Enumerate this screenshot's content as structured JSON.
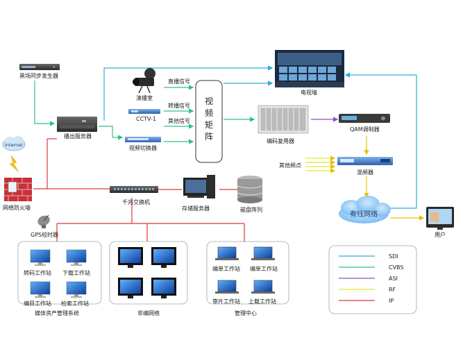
{
  "colors": {
    "sdi": "#2aaed8",
    "cvbs": "#2dbf8c",
    "asi": "#8a4fbf",
    "rf": "#e6e630",
    "ip": "#e0343a"
  },
  "nodes": {
    "sync_gen": "黑场同步发生器",
    "internet": "Internet",
    "firewall": "网络防火墙",
    "gps": "GPS校时器",
    "playout_server": "播出服务器",
    "studio": "演播室",
    "cctv1": "CCTV-1",
    "video_switcher": "视频切换器",
    "live_signal": "直播信号",
    "relay_signal": "转播信号",
    "other_signal": "其他信号",
    "matrix": "视频矩阵",
    "tv_wall": "电视墙",
    "encoder_mux": "编码复用器",
    "qam": "QAM调制器",
    "other_freq": "其他频点",
    "mixer": "混频器",
    "cable_network": "有线网络",
    "user": "用户",
    "gigabit_switch": "千兆交换机",
    "storage_server": "存储服务器",
    "disk_array": "磁盘阵列"
  },
  "groups": {
    "asset": {
      "title": "媒体资产管理系统",
      "ws": [
        "转码工作站",
        "下载工作站",
        "编目工作站",
        "检索工作站"
      ]
    },
    "nonlinear": {
      "title": "非编网络"
    },
    "mgmt": {
      "title": "管理中心",
      "ws": [
        "编单工作站",
        "编单工作站",
        "审片工作站",
        "上载工作站"
      ]
    }
  },
  "legend": [
    "SDI",
    "CVBS",
    "ASI",
    "RF",
    "IP"
  ]
}
